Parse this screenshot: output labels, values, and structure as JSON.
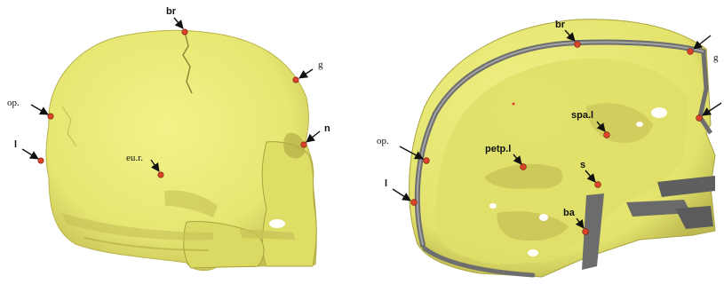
{
  "colors": {
    "bone": "#e9e97a",
    "bone_shade": "#c8c85a",
    "bone_dark": "#a7a23c",
    "section_edge": "#6e6e6e",
    "landmark": "#d8432a",
    "arrow": "#111111"
  },
  "left_view": {
    "landmarks": {
      "br": "br",
      "g": "g",
      "op": "op.",
      "n": "n",
      "l": "l",
      "eur": "eu.r."
    }
  },
  "right_view": {
    "landmarks": {
      "br": "br",
      "g": "g",
      "spal": "spa.l",
      "op": "op.",
      "petpl": "petp.l",
      "s": "s",
      "l": "l",
      "ba": "ba"
    }
  }
}
